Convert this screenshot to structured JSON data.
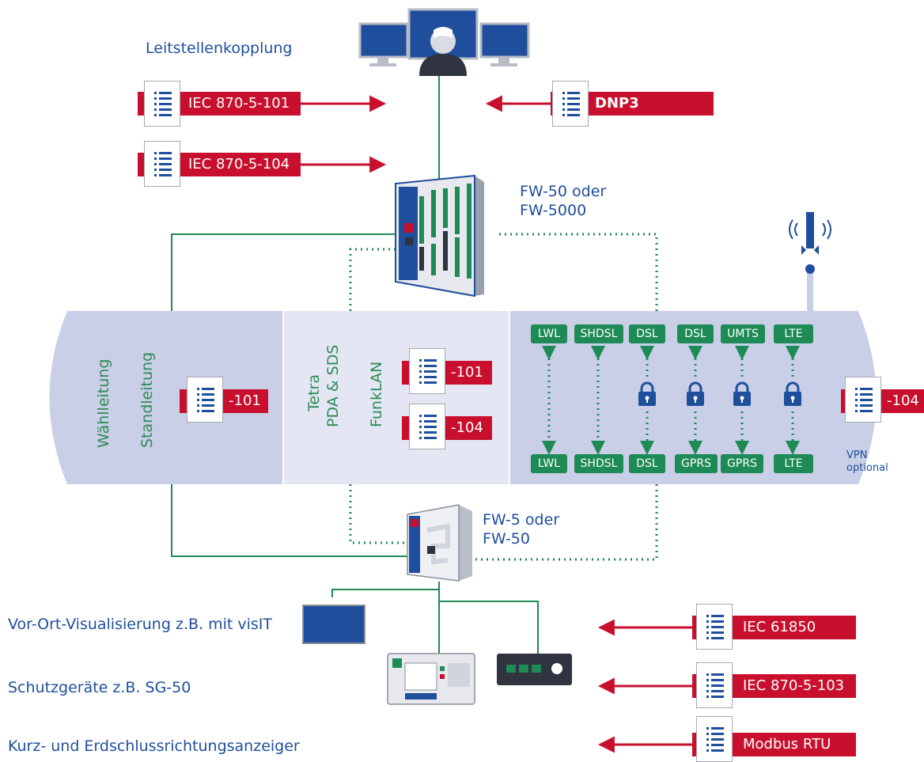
{
  "labels": {
    "leitstellenkopplung": "Leitstellenkopplung",
    "fw50_oder": "FW-50 oder",
    "fw5000": "FW-5000",
    "fw5_oder": "FW-5 oder",
    "fw50": "FW-50",
    "vor_ort": "Vor-Ort-Visualisierung z.B. mit visIT",
    "schutzgeraete": "Schutzgeräte z.B. SG-50",
    "kurzschluss": "Kurz- und Erdschlussrichtungsanzeiger",
    "vpn_line1": "VPN",
    "vpn_line2": "optional"
  },
  "band_left": {
    "waehlleitung": "Wählleitung",
    "standleitung": "Standleitung",
    "doc_label": "-101"
  },
  "band_middle": {
    "tetra": "Tetra",
    "pda_sds": "PDA & SDS",
    "funklan": "FunkLAN",
    "doc1_label": "-101",
    "doc2_label": "-104"
  },
  "band_right": {
    "top_badges": [
      "LWL",
      "SHDSL",
      "DSL",
      "DSL",
      "UMTS",
      "LTE"
    ],
    "bottom_badges": [
      "LWL",
      "SHDSL",
      "DSL",
      "GPRS",
      "GPRS",
      "LTE"
    ],
    "doc_label": "-104"
  },
  "protocols_top": {
    "iec101": "IEC 870-5-101",
    "iec104": "IEC 870-5-104",
    "dnp3": "DNP3"
  },
  "protocols_bottom": {
    "iec61850": "IEC 61850",
    "iec103": "IEC 870-5-103",
    "modbus": "Modbus RTU"
  },
  "colors": {
    "blue": "#1f4e9c",
    "red": "#c8102e",
    "green": "#1e8a55",
    "band": "#c9cfe6",
    "band_light": "#e4e7f3"
  },
  "icons": [
    "monitor-icon",
    "operator-icon",
    "document-list-icon",
    "lock-icon",
    "antenna-icon",
    "rack-device-icon",
    "rtu-device-icon",
    "protection-relay-icon",
    "indicator-device-icon"
  ]
}
